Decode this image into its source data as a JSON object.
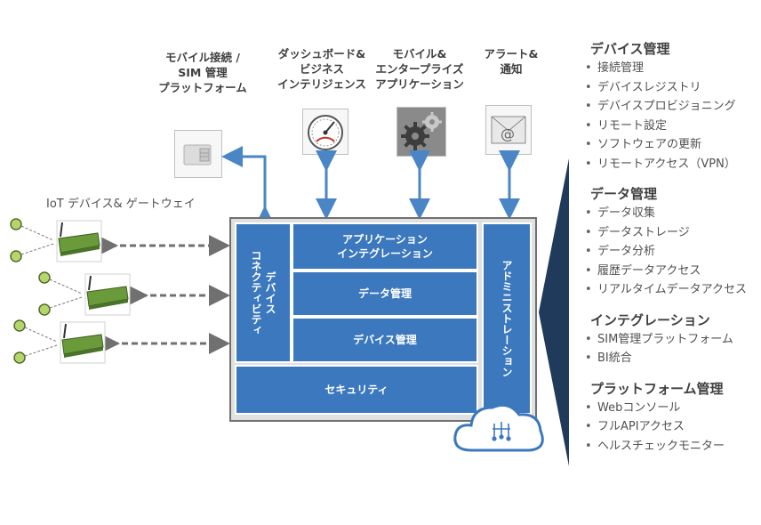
{
  "top_labels": {
    "mobile_connect": "モバイル接続 /\nSIM 管理\nプラットフォーム",
    "dashboard": "ダッシュボード&\nビジネス\nインテリジェンス",
    "mobile_enterprise": "モバイル&\nエンタープライズ\nアプリケーション",
    "alert": "アラート&\n通知"
  },
  "iot_label": "IoT デバイス& ゲートウェイ",
  "platform": {
    "device_connectivity": "デバイス\nコネクティビティ",
    "app_integration": "アプリケーション\nインテグレーション",
    "data_management": "データ管理",
    "device_management": "デバイス管理",
    "security": "セキュリティ",
    "administration": "アドミニストレーション"
  },
  "alert_icon_text": "@",
  "panel": {
    "sections": [
      {
        "title": "デバイス管理",
        "items": [
          "接続管理",
          "デバイスレジストリ",
          "デバイスプロビジョニング",
          "リモート設定",
          "ソフトウェアの更新",
          "リモートアクセス（VPN）"
        ]
      },
      {
        "title": "データ管理",
        "items": [
          "データ収集",
          "データストレージ",
          "データ分析",
          "履歴データアクセス",
          "リアルタイムデータアクセス"
        ]
      },
      {
        "title": "インテグレーション",
        "items": [
          "SIM管理プラットフォーム",
          "BI統合"
        ]
      },
      {
        "title": "プラットフォーム管理",
        "items": [
          "Webコンソール",
          "フルAPIアクセス",
          "ヘルスチェックモニター"
        ]
      }
    ]
  },
  "colors": {
    "accent": "#3b78bd",
    "arrow": "#4a86c5",
    "text": "#404040"
  }
}
